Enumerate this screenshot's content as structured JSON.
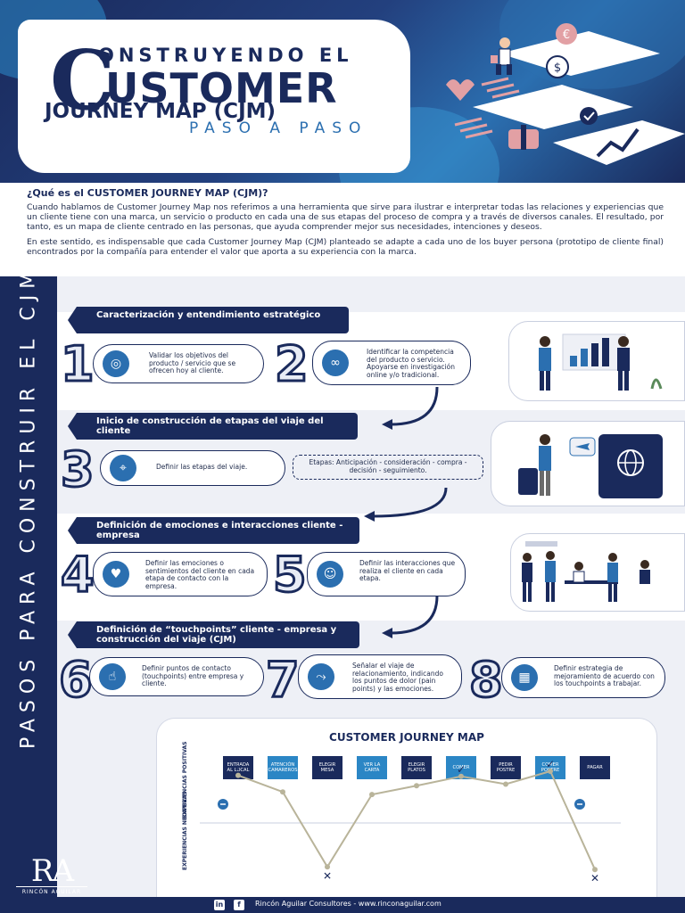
{
  "header": {
    "title_line1": "ONSTRUYENDO EL",
    "title_big_c": "C",
    "title_line2": "USTOMER",
    "title_line3": "JOURNEY MAP (CJM)",
    "title_line4": "PASO A PASO"
  },
  "intro": {
    "heading": "¿Qué es el CUSTOMER JOURNEY MAP (CJM)?",
    "paragraph1": "Cuando hablamos de Customer Journey Map nos referimos a una herramienta que sirve para ilustrar e interpretar todas las relaciones y experiencias que un cliente tiene con una marca, un servicio o producto en cada una de sus etapas del proceso de compra y a través de diversos canales. El resultado, por tanto, es un mapa de cliente centrado en las  personas, que ayuda comprender mejor sus necesidades, intenciones y deseos.",
    "paragraph2": "En este sentido, es indispensable que cada Customer Journey Map (CJM) planteado se adapte a cada uno de los buyer persona (prototipo de cliente final) encontrados por la compañía para entender el  valor que aporta a su experiencia con la marca."
  },
  "side_title": "PASOS PARA CONSTRUIR EL CJM",
  "sections": [
    {
      "title": "Caracterización y entendimiento estratégico"
    },
    {
      "title": "Inicio de construcción de etapas del viaje del cliente"
    },
    {
      "title": "Definición de emociones e interacciones cliente - empresa"
    },
    {
      "title": "Definición de “touchpoints” cliente - empresa y construcción del viaje (CJM)"
    }
  ],
  "steps": [
    {
      "number": "1",
      "text": "Validar los objetivos del producto / servicio que se ofrecen hoy al cliente.",
      "icon": "target-icon"
    },
    {
      "number": "2",
      "text": "Identificar la competencia del producto o servicio. Apoyarse en investigación online y/o tradicional.",
      "icon": "binoculars-icon"
    },
    {
      "number": "3",
      "text": "Definir las etapas del viaje.",
      "icon": "route-icon"
    },
    {
      "number": "4",
      "text": "Definir las emociones o sentimientos del cliente en cada etapa de contacto con la empresa.",
      "icon": "heart-icon"
    },
    {
      "number": "5",
      "text": "Definir las interacciones que realiza el cliente en cada etapa.",
      "icon": "people-icon"
    },
    {
      "number": "6",
      "text": "Definir puntos de contacto (touchpoints) entre empresa y cliente.",
      "icon": "touch-icon"
    },
    {
      "number": "7",
      "text": "Señalar el viaje de relacionamiento, indicando los puntos de dolor (pain points) y las emociones.",
      "icon": "journey-icon"
    },
    {
      "number": "8",
      "text": "Definir estrategia de mejoramiento de acuerdo con los touchpoints a trabajar.",
      "icon": "strategy-icon"
    }
  ],
  "stages_note": "Etapas: Anticipación - consideración - compra - decisión - seguimiento.",
  "cjm": {
    "title": "CUSTOMER JOURNEY MAP",
    "label_positive": "EXPERIENCIAS POSITIVAS",
    "label_negative": "EXPERIENCIAS NEGATIVAS",
    "stages": [
      "ENTRADA AL LOCAL",
      "ATENCIÓN CAMAREROS",
      "ELEGIR MESA",
      "VER LA CARTA",
      "ELEGIR PLATOS",
      "COMER",
      "PEDIR POSTRE",
      "COMER POSTRE",
      "PAGAR"
    ],
    "experience_levels": [
      0.92,
      0.6,
      -0.85,
      0.55,
      0.72,
      0.9,
      0.75,
      1.0,
      -0.9
    ],
    "markers": [
      "check",
      "",
      "x",
      "",
      "",
      "check",
      "",
      "check",
      "x"
    ],
    "line_color": "#b9b49a"
  },
  "footer": {
    "company": "Rincón Aguilar Consultores - www.rinconaguilar.com",
    "linkedin": "in",
    "facebook": "f",
    "logo_initials": "RA",
    "logo_name": "RINCÓN AGUILAR"
  },
  "colors": {
    "navy": "#1a2a5c",
    "blue": "#2b6fb0",
    "light_blue": "#2b86c5"
  }
}
